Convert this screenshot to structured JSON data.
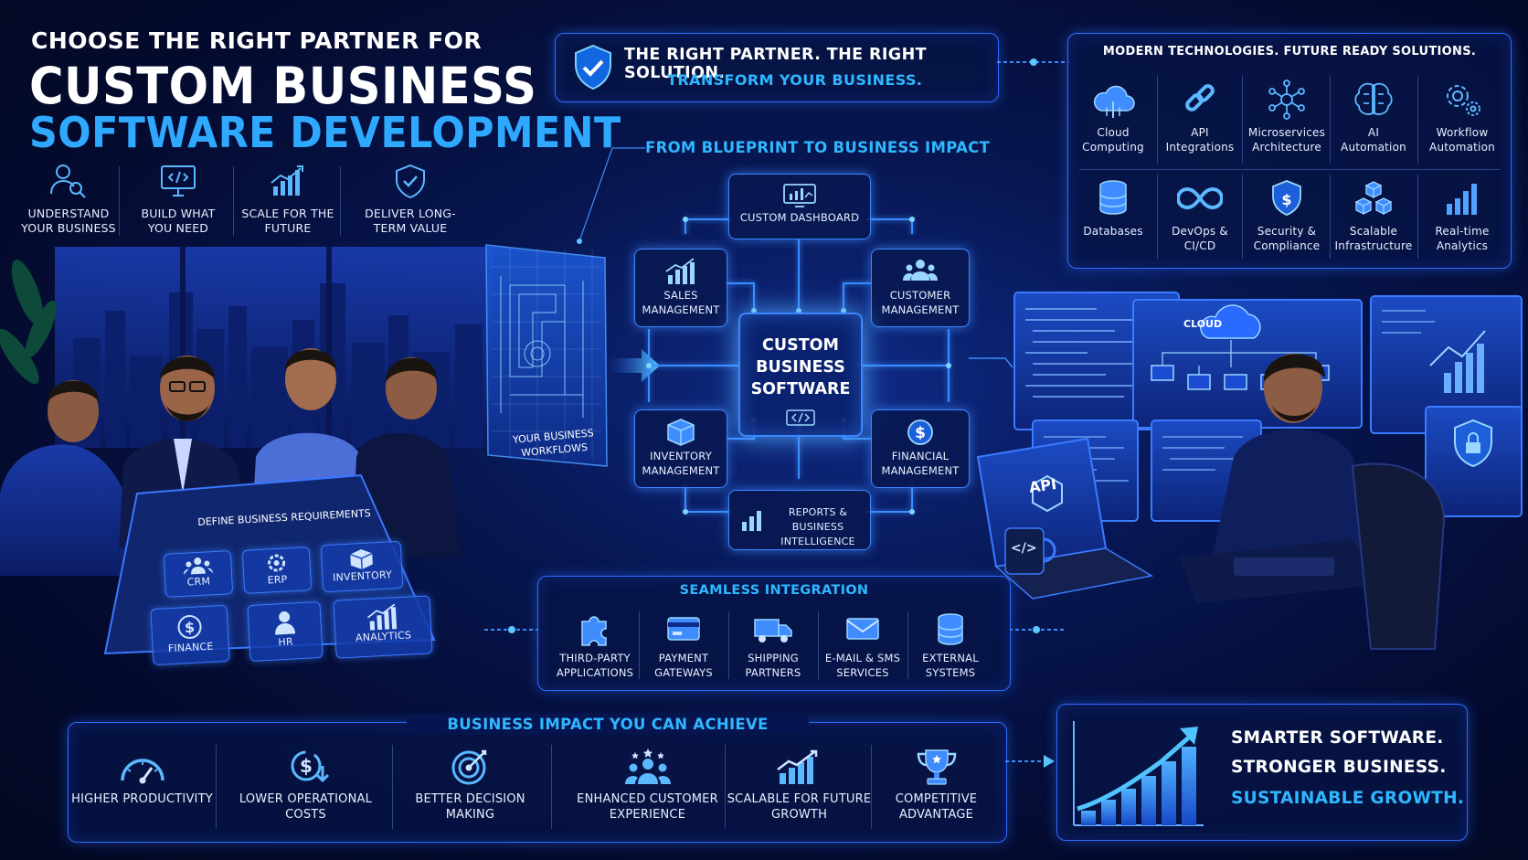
{
  "headline": {
    "line1": "CHOOSE THE RIGHT PARTNER FOR",
    "line2": "CUSTOM BUSINESS",
    "line3": "SOFTWARE DEVELOPMENT"
  },
  "pillars": [
    {
      "icon": "person-search-icon",
      "label": "UNDERSTAND YOUR BUSINESS"
    },
    {
      "icon": "code-monitor-icon",
      "label": "BUILD WHAT YOU NEED"
    },
    {
      "icon": "growth-chart-icon",
      "label": "SCALE FOR THE FUTURE"
    },
    {
      "icon": "shield-check-icon",
      "label": "DELIVER LONG-TERM VALUE"
    }
  ],
  "tagline": {
    "line1": "THE RIGHT PARTNER. THE RIGHT SOLUTION.",
    "line2": "TRANSFORM YOUR BUSINESS."
  },
  "technologies": {
    "title": "MODERN TECHNOLOGIES. FUTURE READY SOLUTIONS.",
    "items": [
      {
        "icon": "cloud-icon",
        "label": "Cloud Computing"
      },
      {
        "icon": "link-icon",
        "label": "API Integrations"
      },
      {
        "icon": "network-icon",
        "label": "Microservices Architecture"
      },
      {
        "icon": "brain-icon",
        "label": "AI Automation"
      },
      {
        "icon": "gear-icon",
        "label": "Workflow Automation"
      },
      {
        "icon": "database-icon",
        "label": "Databases"
      },
      {
        "icon": "infinity-icon",
        "label": "DevOps & CI/CD"
      },
      {
        "icon": "security-shield-icon",
        "label": "Security & Compliance"
      },
      {
        "icon": "cubes-icon",
        "label": "Scalable Infrastructure"
      },
      {
        "icon": "bar-chart-icon",
        "label": "Real-time Analytics"
      }
    ]
  },
  "blueprint": {
    "heading": "FROM BLUEPRINT TO BUSINESS IMPACT",
    "workflow_label": "YOUR BUSINESS WORKFLOWS",
    "center": "CUSTOM BUSINESS SOFTWARE",
    "nodes": {
      "dashboard": "CUSTOM DASHBOARD",
      "sales": "SALES MANAGEMENT",
      "customer": "CUSTOMER MANAGEMENT",
      "inventory": "INVENTORY MANAGEMENT",
      "financial": "FINANCIAL MANAGEMENT",
      "reports": "REPORTS & BUSINESS INTELLIGENCE"
    }
  },
  "requirements": {
    "title": "DEFINE BUSINESS REQUIREMENTS",
    "tiles": [
      "CRM",
      "ERP",
      "INVENTORY",
      "FINANCE",
      "HR",
      "ANALYTICS"
    ]
  },
  "integration": {
    "title": "SEAMLESS INTEGRATION",
    "items": [
      {
        "icon": "puzzle-icon",
        "label": "THIRD-PARTY APPLICATIONS"
      },
      {
        "icon": "credit-card-icon",
        "label": "PAYMENT GATEWAYS"
      },
      {
        "icon": "truck-icon",
        "label": "SHIPPING PARTNERS"
      },
      {
        "icon": "envelope-icon",
        "label": "E-MAIL & SMS SERVICES"
      },
      {
        "icon": "server-stack-icon",
        "label": "EXTERNAL SYSTEMS"
      }
    ]
  },
  "impact": {
    "title": "BUSINESS IMPACT YOU CAN ACHIEVE",
    "items": [
      {
        "icon": "speedometer-icon",
        "label": "HIGHER PRODUCTIVITY"
      },
      {
        "icon": "cost-down-icon",
        "label": "LOWER OPERATIONAL COSTS"
      },
      {
        "icon": "target-icon",
        "label": "BETTER DECISION MAKING"
      },
      {
        "icon": "team-stars-icon",
        "label": "ENHANCED CUSTOMER EXPERIENCE"
      },
      {
        "icon": "growth-chart-icon",
        "label": "SCALABLE FOR FUTURE GROWTH"
      },
      {
        "icon": "trophy-icon",
        "label": "COMPETITIVE ADVANTAGE"
      }
    ]
  },
  "result": {
    "line1": "SMARTER SOFTWARE.",
    "line2": "STRONGER BUSINESS.",
    "line3": "SUSTAINABLE GROWTH."
  },
  "screens": {
    "cloud_label": "CLOUD",
    "api_label": "API",
    "mug_label": "</>"
  },
  "colors": {
    "accent": "#2fa9ff",
    "panel_border": "#2f6bff",
    "background": "#040b2a"
  }
}
